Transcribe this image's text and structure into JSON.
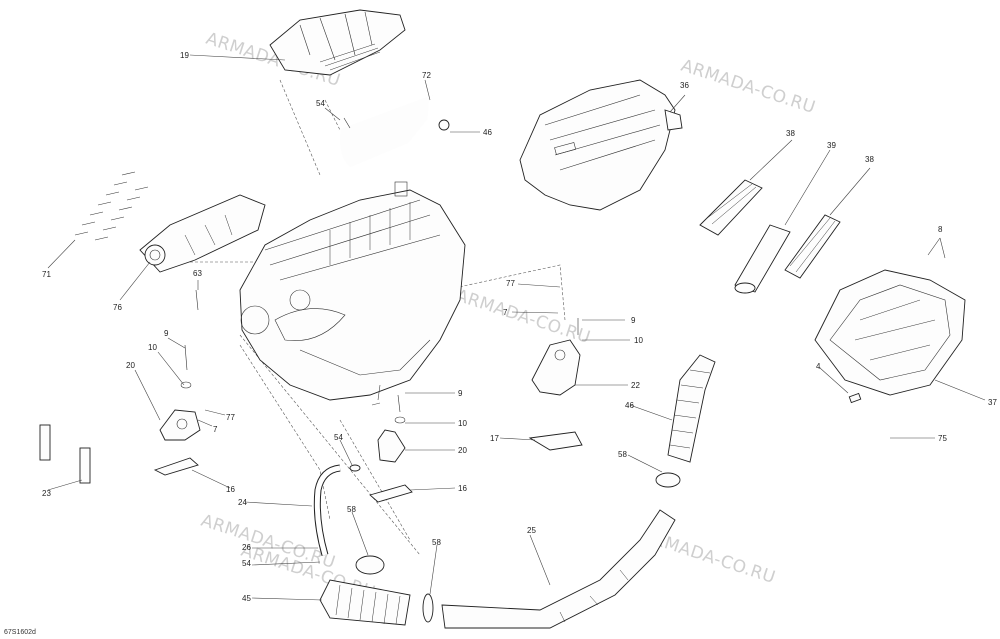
{
  "watermarks": [
    "ARMADA-CO.RU",
    "ARMADA-CO.RU",
    "ARMADA-CO.RU",
    "ARMADA-CO.RU",
    "ARMADA-CO.RU",
    "ARMADA-CO.RU"
  ],
  "drawing_code": "67S1602d",
  "callouts": [
    "19",
    "72",
    "54",
    "46",
    "36",
    "38",
    "39",
    "38",
    "8",
    "71",
    "76",
    "63",
    "77",
    "7",
    "9",
    "10",
    "9",
    "10",
    "20",
    "7",
    "77",
    "9",
    "10",
    "20",
    "4",
    "37",
    "75",
    "22",
    "17",
    "46",
    "58",
    "54",
    "16",
    "16",
    "23",
    "24",
    "58",
    "58",
    "25",
    "26",
    "54",
    "45"
  ]
}
